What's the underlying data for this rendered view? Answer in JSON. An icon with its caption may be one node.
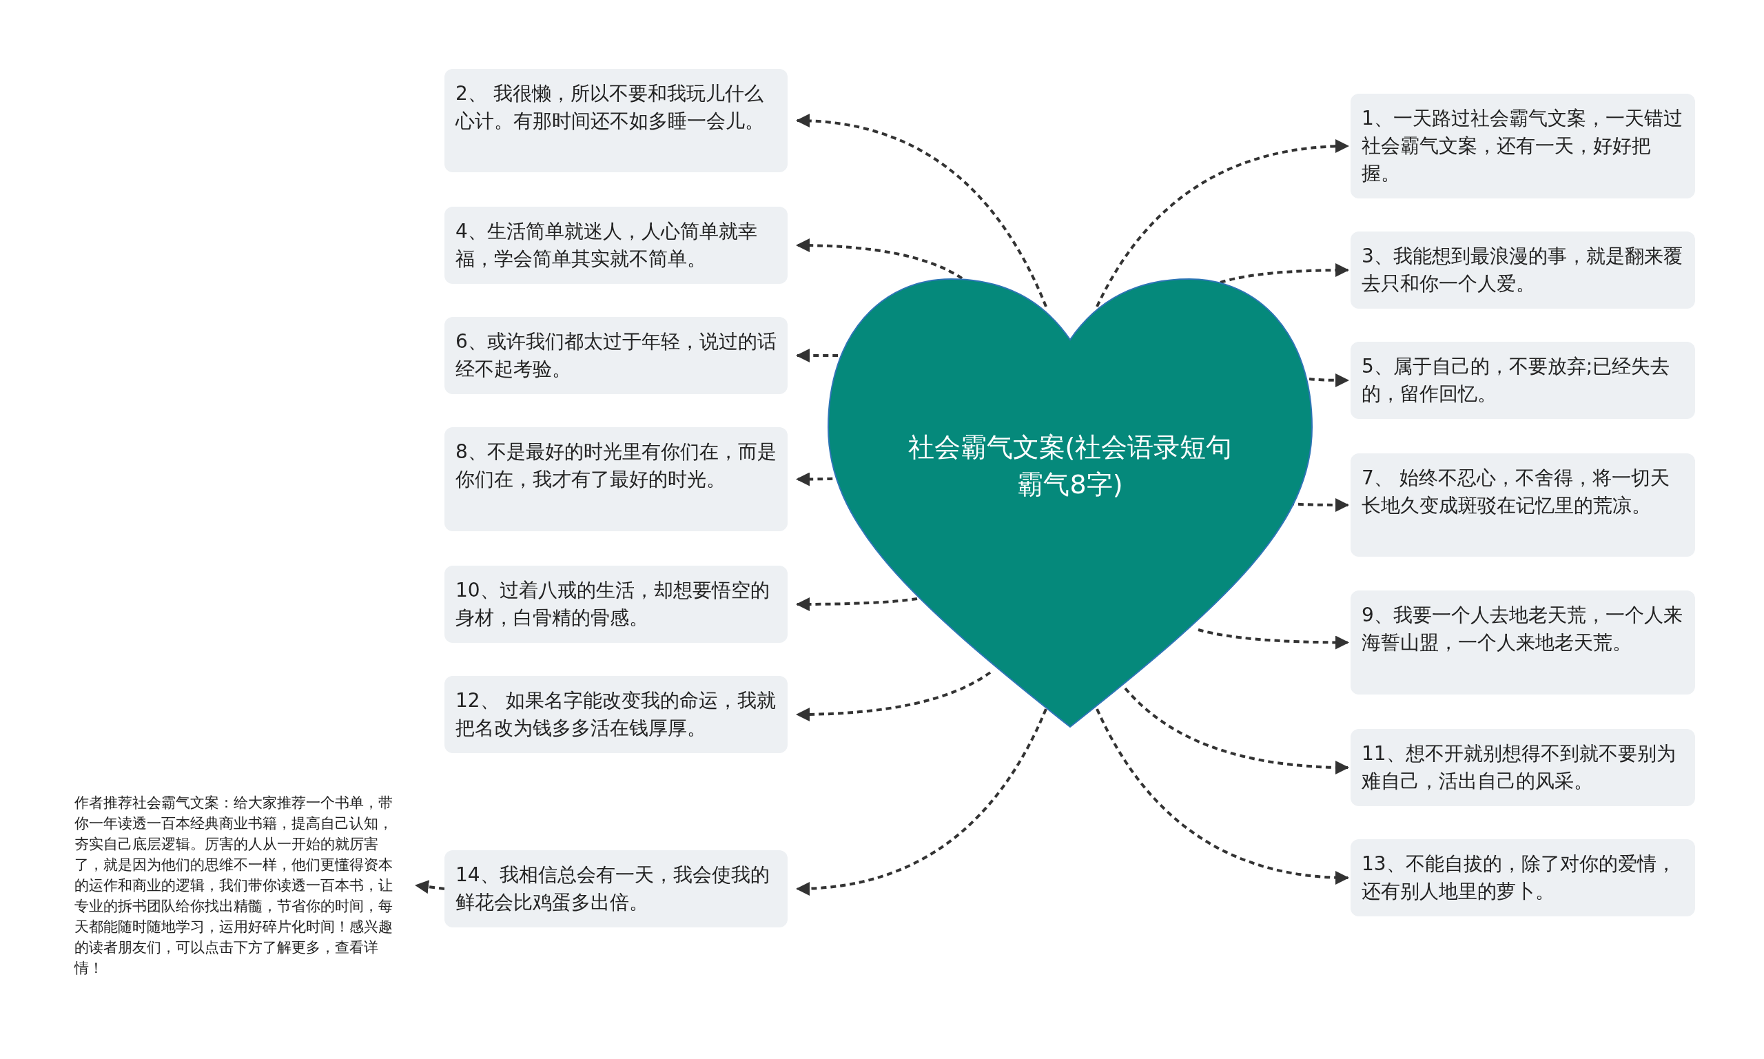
{
  "diagram": {
    "nodes": [
      {
        "text": [
          "社会霸气文案(社会语录短句霸气8字)"
        ]
      },
      {
        "text": [
          "1、一天路过社会霸气文案，一天错过社会霸气文案，还有一天，好好把握。"
        ]
      },
      {
        "text": [
          "2、 我很懒，所以不要和我玩儿什么心计。有那时间还不如多睡一会儿。"
        ]
      },
      {
        "text": [
          "3、我能想到最浪漫的事，就是翻来覆去只和你一个人爱。"
        ]
      },
      {
        "text": [
          "4、生活简单就迷人，人心简单就幸福，学会简单其实就不简单。"
        ]
      },
      {
        "text": [
          "5、属于自己的，不要放弃;已经失去的，留作回忆。"
        ]
      },
      {
        "text": [
          "6、或许我们都太过于年轻，说过的话经不起考验。"
        ]
      },
      {
        "text": [
          "7、 始终不忍心，不舍得，将一切天长地久变成斑驳在记忆里的荒凉。"
        ]
      },
      {
        "text": [
          "8、不是最好的时光里有你们在，而是你们在，我才有了最好的时光。"
        ]
      },
      {
        "text": [
          "9、我要一个人去地老天荒，一个人来海誓山盟，一个人来地老天荒。"
        ]
      },
      {
        "text": [
          "10、过着八戒的生活，却想要悟空的身材，白骨精的骨感。"
        ]
      },
      {
        "text": [
          "11、想不开就别想得不到就不要别为难自己，活出自己的风采。"
        ]
      },
      {
        "text": [
          "12、 如果名字能改变我的命运，我就把名改为钱多多活在钱厚厚。"
        ]
      },
      {
        "text": [
          "13、不能自拔的，除了对你的爱情，还有别人地里的萝卜。"
        ]
      },
      {
        "text": [
          "14、我相信总会有一天，我会使我的鲜花会比鸡蛋多出倍。"
        ]
      },
      {
        "text": [
          "作者推荐社会霸气文案：给大家推荐一个书单，带你一年读透一百本经典商业书籍，提高自己认知，夯实自己底层逻辑。厉害的人从一开始的就厉害了，就是因为他们的思维不一样，他们更懂得资本的运作和商业的逻辑，我们带你读透一百本书，让专业的拆书团队给你找出精髓，节省你的时间，每天都能随时随地学习，运用好碎片化时间！感兴趣的读者朋友们，可以点击下方了解更多，查看详情！"
        ]
      }
    ],
    "edges": [
      {
        "from": 0,
        "to": 1,
        "arrow": "to"
      },
      {
        "from": 0,
        "to": 2,
        "arrow": "to"
      },
      {
        "from": 0,
        "to": 3,
        "arrow": "to"
      },
      {
        "from": 0,
        "to": 4,
        "arrow": "to"
      },
      {
        "from": 0,
        "to": 5,
        "arrow": "to"
      },
      {
        "from": 0,
        "to": 6,
        "arrow": "to"
      },
      {
        "from": 0,
        "to": 7,
        "arrow": "to"
      },
      {
        "from": 0,
        "to": 8,
        "arrow": "to"
      },
      {
        "from": 0,
        "to": 9,
        "arrow": "to"
      },
      {
        "from": 0,
        "to": 10,
        "arrow": "to"
      },
      {
        "from": 0,
        "to": 11,
        "arrow": "to"
      },
      {
        "from": 0,
        "to": 12,
        "arrow": "to"
      },
      {
        "from": 0,
        "to": 13,
        "arrow": "to"
      },
      {
        "from": 0,
        "to": 14,
        "arrow": "to"
      },
      {
        "from": 14,
        "to": 15,
        "arrow": "to"
      }
    ]
  }
}
